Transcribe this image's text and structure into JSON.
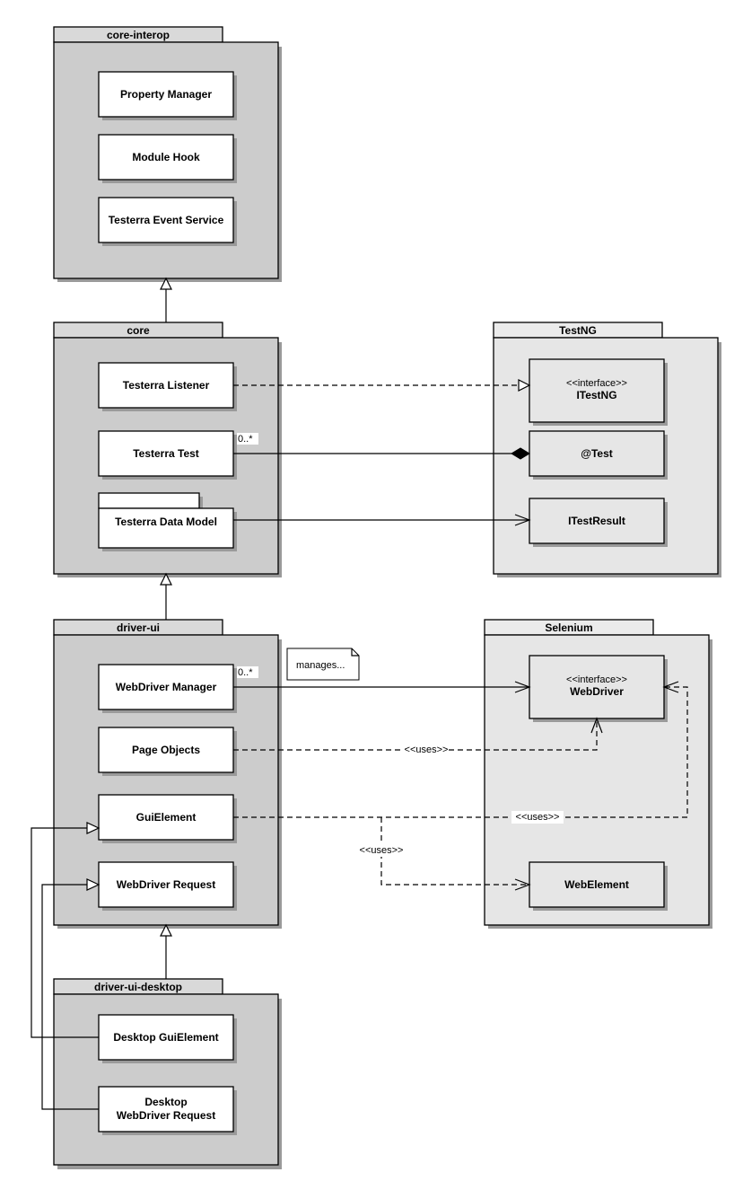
{
  "packages": {
    "core_interop": {
      "name": "core-interop",
      "classes": [
        "Property Manager",
        "Module Hook",
        "Testerra Event Service"
      ]
    },
    "core": {
      "name": "core",
      "classes": [
        "Testerra Listener",
        "Testerra Test",
        "Testerra Data Model"
      ]
    },
    "testng": {
      "name": "TestNG",
      "interface": {
        "stereotype": "<<interface>>",
        "name": "ITestNG"
      },
      "classes": [
        "@Test",
        "ITestResult"
      ]
    },
    "driver_ui": {
      "name": "driver-ui",
      "classes": [
        "WebDriver Manager",
        "Page Objects",
        "GuiElement",
        "WebDriver Request"
      ]
    },
    "selenium": {
      "name": "Selenium",
      "interface": {
        "stereotype": "<<interface>>",
        "name": "WebDriver"
      },
      "classes": [
        "WebElement"
      ]
    },
    "driver_ui_desktop": {
      "name": "driver-ui-desktop",
      "classes": [
        "Desktop GuiElement",
        "Desktop",
        "WebDriver Request"
      ]
    }
  },
  "labels": {
    "multiplicity": "0..*",
    "uses": "<<uses>>",
    "note": "manages..."
  }
}
